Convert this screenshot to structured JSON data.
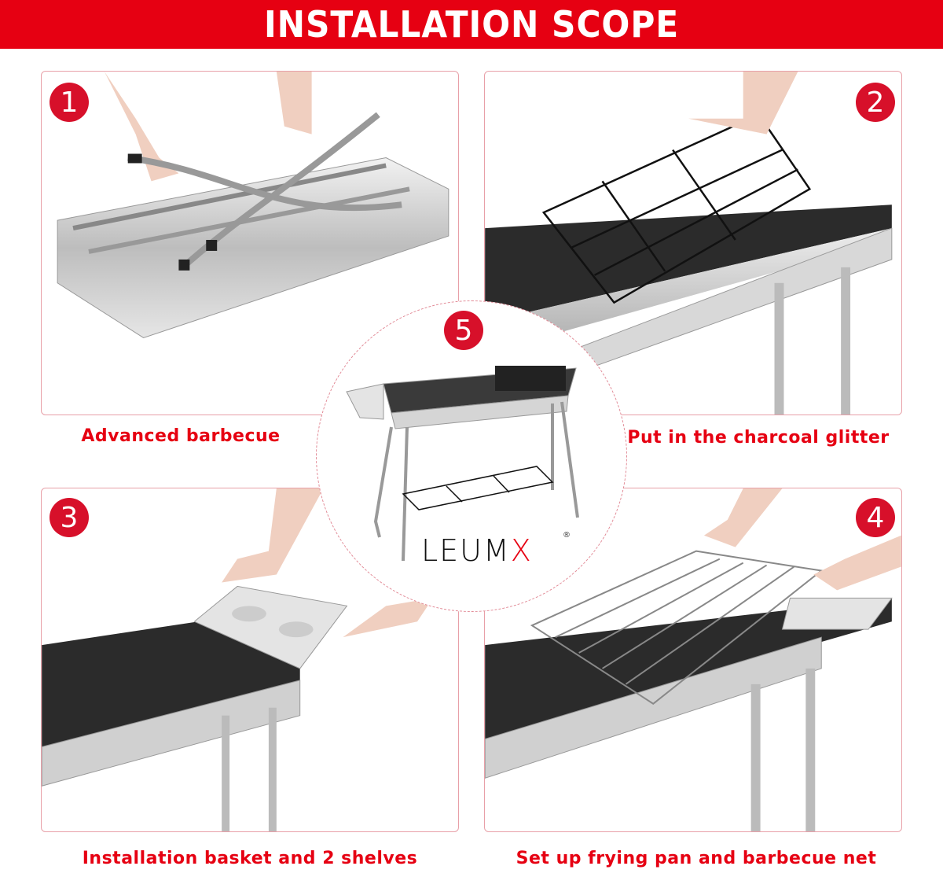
{
  "header": {
    "title": "INSTALLATION SCOPE"
  },
  "steps": [
    {
      "number": "1",
      "caption": "Advanced barbecue"
    },
    {
      "number": "2",
      "caption": "Put in the charcoal glitter"
    },
    {
      "number": "3",
      "caption": "Installation basket and 2 shelves"
    },
    {
      "number": "4",
      "caption": "Set up frying pan and barbecue net"
    },
    {
      "number": "5"
    }
  ],
  "brand": {
    "logo_main": "LEUM",
    "logo_x": "X",
    "registered": "®"
  },
  "colors": {
    "accent": "#e60012",
    "border": "#e8a0a8"
  }
}
